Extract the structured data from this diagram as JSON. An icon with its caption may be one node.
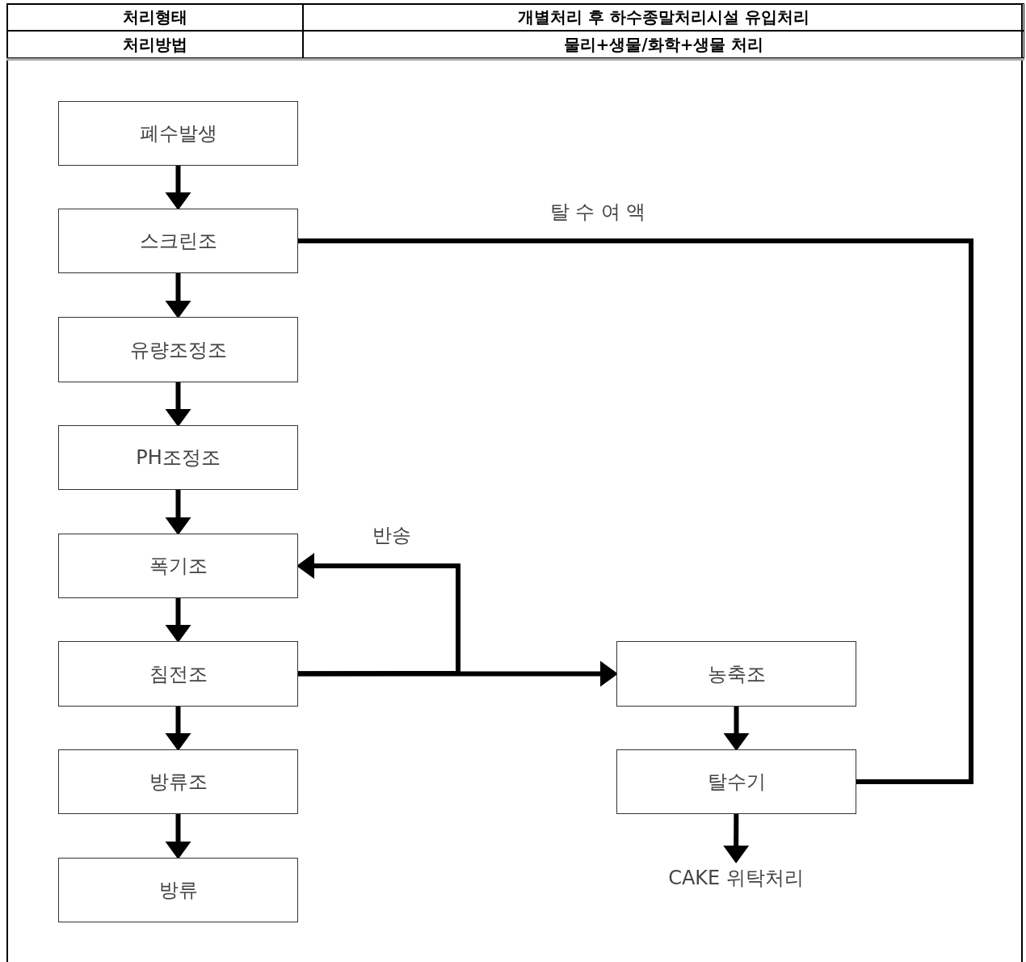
{
  "diagram": {
    "nodes": [
      {
        "text": [
          "폐수발생"
        ]
      },
      {
        "text": [
          "스크린조"
        ]
      },
      {
        "text": [
          "유량조정조"
        ]
      },
      {
        "text": [
          "PH조정조"
        ]
      },
      {
        "text": [
          "폭기조"
        ]
      },
      {
        "text": [
          "침전조"
        ]
      },
      {
        "text": [
          "방류조"
        ]
      },
      {
        "text": [
          "방류"
        ]
      },
      {
        "text": [
          "농축조"
        ]
      },
      {
        "text": [
          "탈수기"
        ]
      },
      {
        "text": [
          "CAKE 위탁처리"
        ]
      }
    ],
    "edges": [
      {
        "from": 0,
        "to": 1,
        "arrow": "to"
      },
      {
        "from": 1,
        "to": 2,
        "arrow": "to"
      },
      {
        "from": 2,
        "to": 3,
        "arrow": "to"
      },
      {
        "from": 3,
        "to": 4,
        "arrow": "to"
      },
      {
        "from": 4,
        "to": 5,
        "arrow": "to"
      },
      {
        "from": 5,
        "to": 6,
        "arrow": "to"
      },
      {
        "from": 6,
        "to": 7,
        "arrow": "to"
      },
      {
        "from": 5,
        "to": 4,
        "arrow": "to",
        "label": "반송"
      },
      {
        "from": 5,
        "to": 8,
        "arrow": "to"
      },
      {
        "from": 8,
        "to": 9,
        "arrow": "to"
      },
      {
        "from": 9,
        "to": 10,
        "arrow": "to"
      },
      {
        "from": 9,
        "to": 1,
        "arrow": "none",
        "label": "탈 수 여 액"
      }
    ],
    "labels": [
      "처리형태",
      "개별처리 후 하수종말처리시설 유입처리",
      "처리방법",
      "물리+생물/화학+생물 처리"
    ]
  }
}
